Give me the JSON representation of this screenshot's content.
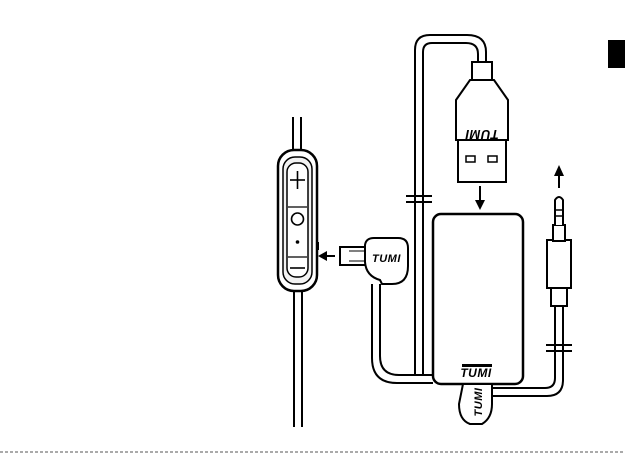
{
  "brand": {
    "logo_text": "TUMI"
  },
  "components": {
    "earphone_cable": {
      "name": "earphone-cable"
    },
    "inline_remote": {
      "name": "inline-remote",
      "buttons": [
        "+",
        "center",
        "−"
      ]
    },
    "usb_connector": {
      "name": "usb-a-plug",
      "logo": "TUMI"
    },
    "battery_pack": {
      "name": "battery-pack",
      "logo": "TUMI"
    },
    "micro_usb_plug": {
      "name": "micro-usb-plug",
      "logo": "TUMI"
    },
    "audio_jack": {
      "name": "audio-jack-plug"
    },
    "bottom_connector": {
      "name": "bottom-connector",
      "logo": "TUMI"
    }
  },
  "arrows": [
    {
      "name": "usb-down-arrow",
      "direction": "down"
    },
    {
      "name": "jack-up-arrow",
      "direction": "up"
    },
    {
      "name": "micro-usb-left-arrow",
      "direction": "left"
    }
  ],
  "colors": {
    "line": "#000000",
    "fill": "#ffffff",
    "remote_fill": "#f2f2f2"
  }
}
